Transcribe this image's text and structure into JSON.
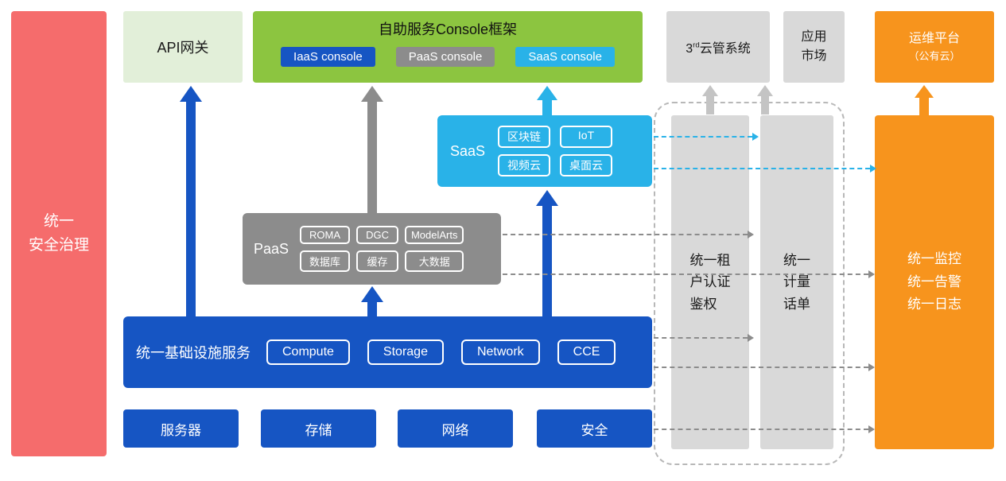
{
  "colors": {
    "red": "#F56C6C",
    "light_green": "#E2EFD9",
    "green": "#8CC540",
    "blue": "#1655C3",
    "gray": "#8C8C8C",
    "light_gray": "#D9D9D9",
    "cyan": "#29B2E8",
    "orange": "#F7941D"
  },
  "security_bar": {
    "label": "统一\n安全治理"
  },
  "api_gateway": {
    "label": "API网关"
  },
  "console_framework": {
    "title": "自助服务Console框架",
    "consoles": [
      {
        "label": "IaaS console"
      },
      {
        "label": "PaaS console"
      },
      {
        "label": "SaaS console"
      }
    ]
  },
  "third_party_cloud": {
    "prefix": "3",
    "sup": "rd",
    "rest": "云管系统"
  },
  "app_market": {
    "label": "应用\n市场"
  },
  "om_platform": {
    "line1": "运维平台",
    "line2": "（公有云）"
  },
  "saas": {
    "label": "SaaS",
    "items": [
      "区块链",
      "IoT",
      "视频云",
      "桌面云"
    ]
  },
  "paas": {
    "label": "PaaS",
    "items": [
      "ROMA",
      "DGC",
      "ModelArts",
      "数据库",
      "缓存",
      "大数据"
    ]
  },
  "infrastructure": {
    "label": "统一基础设施服务",
    "items": [
      "Compute",
      "Storage",
      "Network",
      "CCE"
    ]
  },
  "hardware": {
    "items": [
      "服务器",
      "存储",
      "网络",
      "安全"
    ]
  },
  "auth_bar": {
    "label": "统一租\n户认证\n鉴权"
  },
  "billing_bar": {
    "label": "统一\n计量\n话单"
  },
  "monitor_bar": {
    "label": "统一监控\n统一告警\n统一日志"
  }
}
